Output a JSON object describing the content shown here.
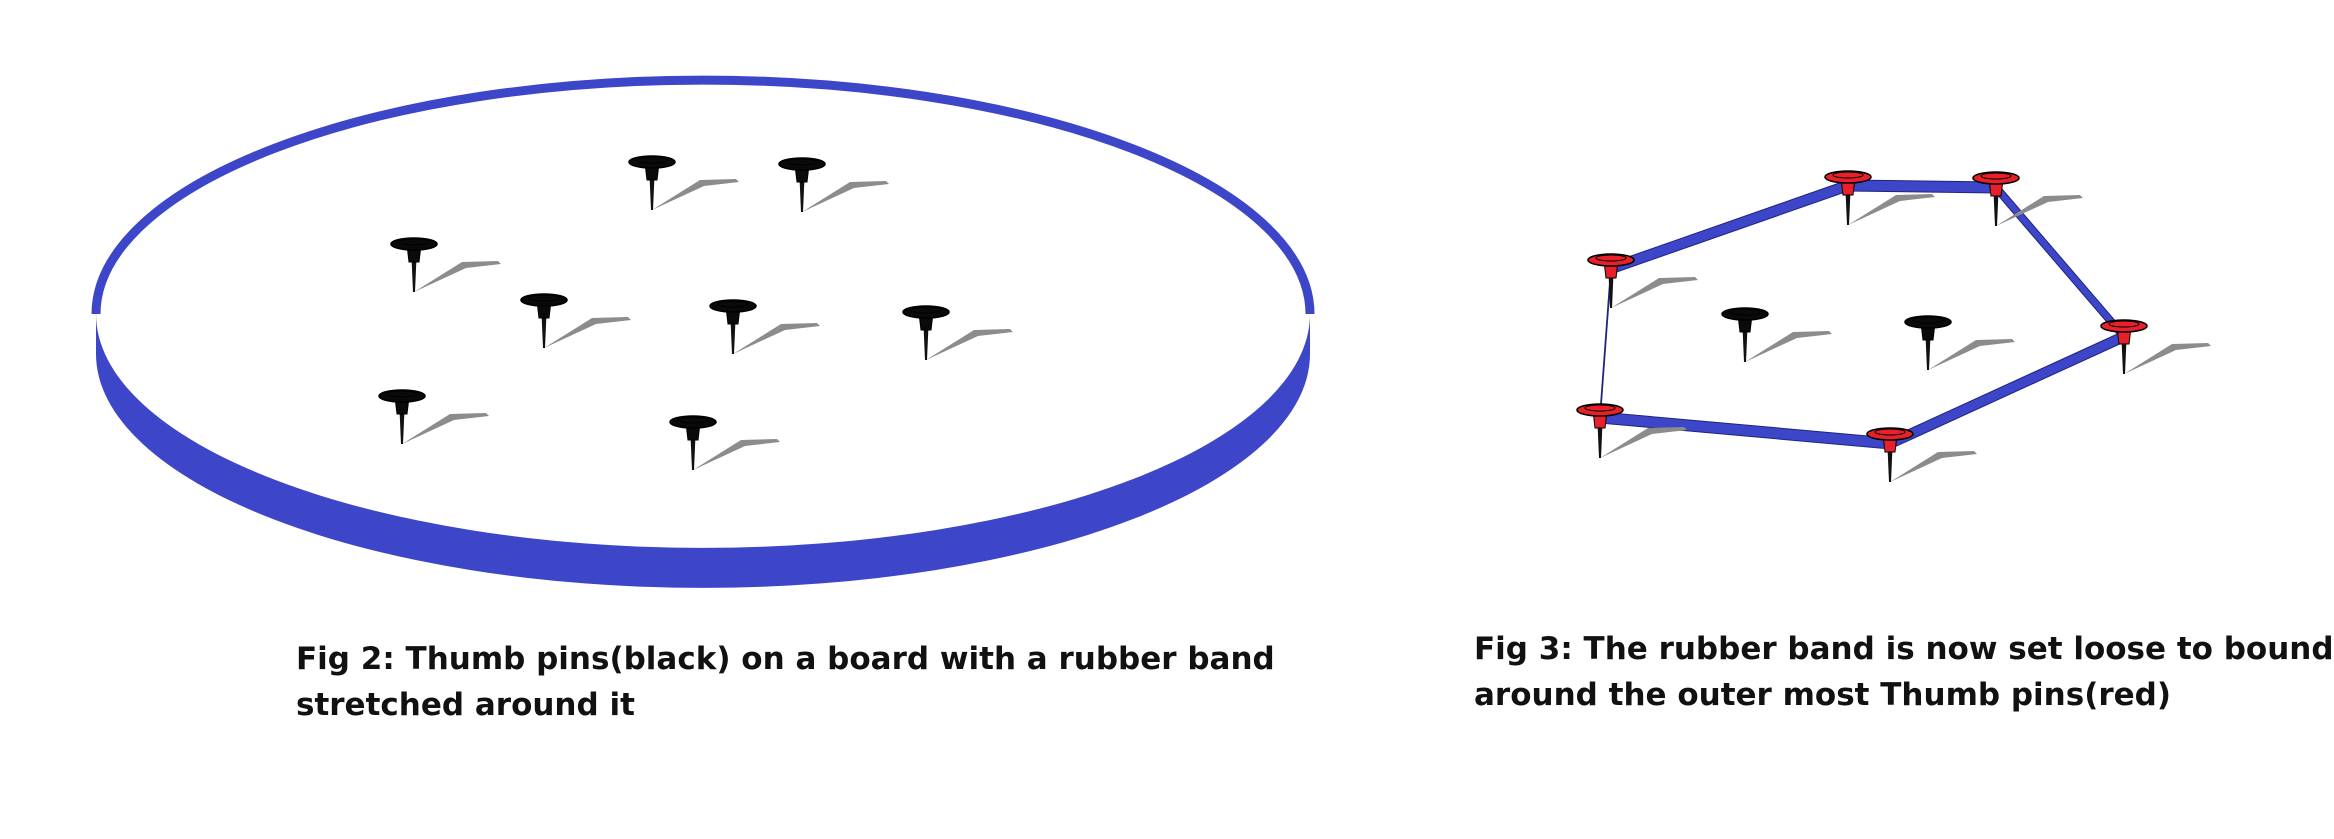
{
  "captions": {
    "fig2": {
      "line1": "Fig 2: Thumb pins(black) on a board with a rubber band",
      "line2": "stretched around it"
    },
    "fig3": {
      "line1": "Fig 3: The rubber band is now set loose to bound",
      "line2": "around the outer most Thumb pins(red)"
    }
  },
  "colors": {
    "band": "#3d45c9",
    "pin_black": "#0a0a0a",
    "pin_red": "#e8202a",
    "shadow": "#8c8c8c",
    "caption_text": "#111111"
  },
  "icons": {
    "pin": "thumb-pin-icon",
    "shadow": "pin-shadow"
  }
}
